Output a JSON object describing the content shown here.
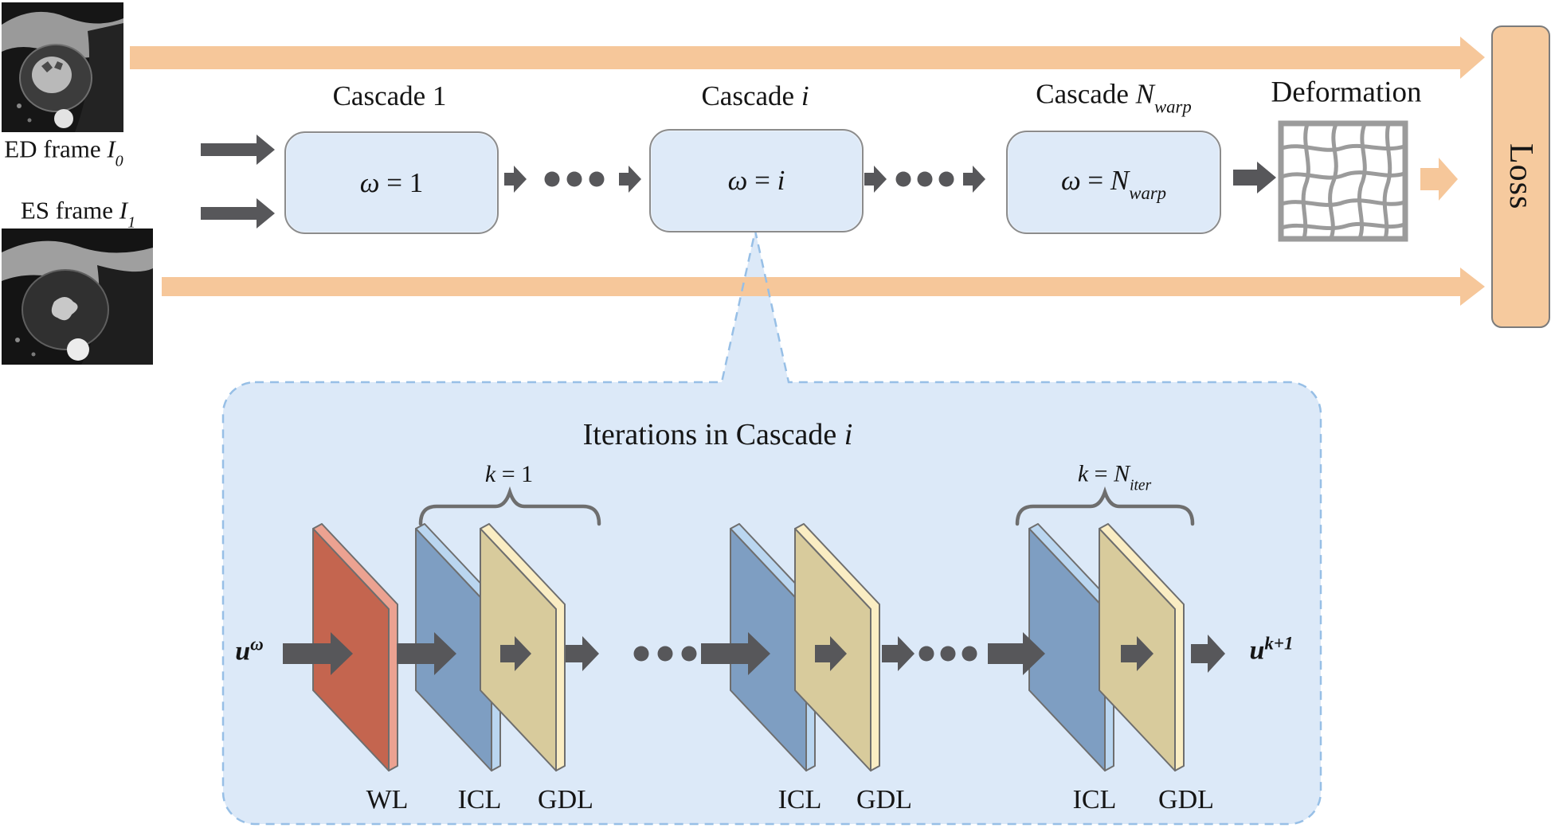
{
  "colors": {
    "orange": "#F6C79A",
    "dark": "#57575A",
    "box_fill": "#DEEAF8",
    "box_border": "#8C8C8C",
    "panel_fill": "#DCE9F8",
    "panel_border": "#97BFE6",
    "loss_fill": "#F6CA9E",
    "loss_border": "#7B7B7B",
    "wl_face": "#C4654F",
    "wl_edge": "#ECA291",
    "icl_face": "#7E9EC2",
    "icl_edge": "#BAD6F0",
    "gdl_face": "#D8CB9C",
    "gdl_edge": "#FAEDC3",
    "plate_stroke": "#6E6E6E",
    "grid_stroke": "#9B9B9B",
    "brace": "#6E6E6E",
    "text": "#151515"
  },
  "inputs": {
    "ed_prefix": "ED frame ",
    "ed_var": "I",
    "ed_sub": "0",
    "es_prefix": "ES frame ",
    "es_var": "I",
    "es_sub": "1"
  },
  "cascades": [
    {
      "title": "Cascade 1",
      "title_var": "",
      "title_sub": "",
      "omega": "ω",
      "eq": " = ",
      "val": "1",
      "val_sub": ""
    },
    {
      "title": "Cascade ",
      "title_var": "i",
      "title_sub": "",
      "omega": "ω",
      "eq": " = ",
      "val": "i",
      "val_sub": ""
    },
    {
      "title": "Cascade ",
      "title_var": "N",
      "title_sub": "warp",
      "omega": "ω",
      "eq": " = ",
      "val": "N",
      "val_sub": "warp"
    }
  ],
  "deformation": {
    "label": "Deformation"
  },
  "loss": {
    "label": "Loss"
  },
  "panel": {
    "title": "Iterations in Cascade ",
    "title_var": "i",
    "brace1_var": "k",
    "brace1_rest": " = 1",
    "brace2_var": "k",
    "brace2_mid": " = ",
    "brace2_var2": "N",
    "brace2_sub": "iter"
  },
  "io": {
    "input_base": "u",
    "input_sup": "ω",
    "output_base": "u",
    "output_sup": "k+1"
  },
  "layers": [
    "WL",
    "ICL",
    "GDL",
    "ICL",
    "GDL",
    "ICL",
    "GDL"
  ]
}
